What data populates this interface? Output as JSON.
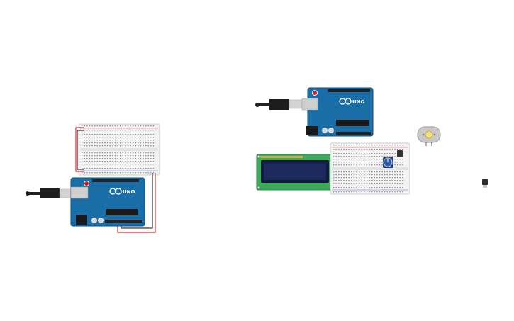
{
  "circuit": {
    "components": [
      {
        "type": "arduino-uno",
        "label": "UNO"
      },
      {
        "type": "usb-cable"
      },
      {
        "type": "breadboard-small"
      },
      {
        "type": "arduino-uno",
        "label": "UNO"
      },
      {
        "type": "usb-cable"
      },
      {
        "type": "lcd-16x2"
      },
      {
        "type": "breadboard-small"
      },
      {
        "type": "potentiometer"
      },
      {
        "type": "dc-motor"
      },
      {
        "type": "transistor"
      }
    ],
    "wire_colors": {
      "red": "#d32f2f",
      "black": "#333333"
    },
    "colors": {
      "board": "#1a6ea8",
      "board_dark": "#0e4f7e",
      "breadboard": "#f2f2f2",
      "lcd_pcb": "#3daa5a",
      "lcd_screen": "#1c2a5c",
      "motor": "#c8c8c8"
    }
  }
}
